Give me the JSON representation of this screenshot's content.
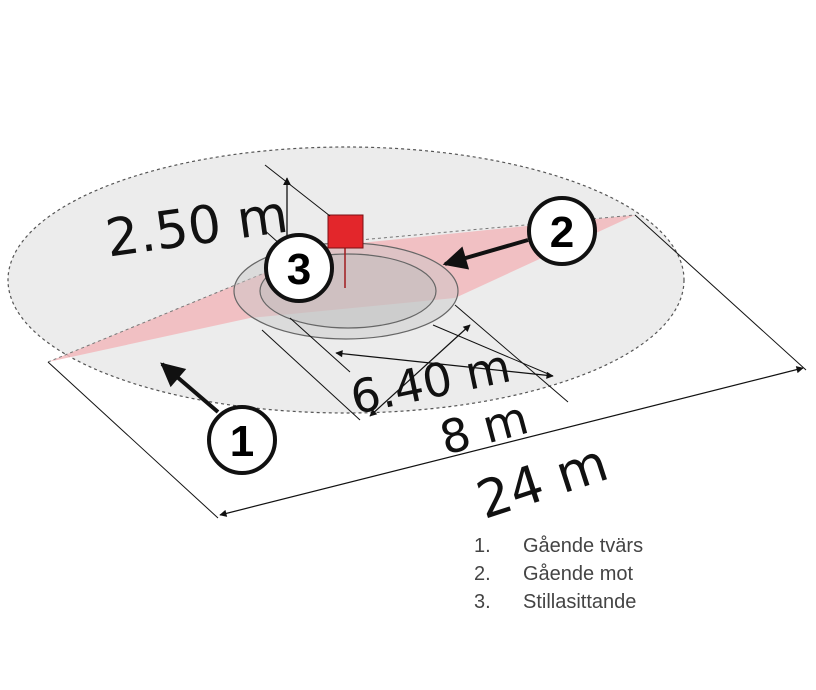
{
  "dimensions": {
    "height": "2.50 m",
    "inner_diameter": "6.40 m",
    "middle_diameter": "8 m",
    "outer_diameter": "24 m"
  },
  "markers": [
    {
      "number": "1",
      "label": "Gående tvärs"
    },
    {
      "number": "2",
      "label": "Gående mot"
    },
    {
      "number": "3",
      "label": "Stillasittande"
    }
  ],
  "legend": [
    {
      "number": "1.",
      "label": "Gående tvärs"
    },
    {
      "number": "2.",
      "label": "Gående mot"
    },
    {
      "number": "3.",
      "label": "Stillasittande"
    }
  ],
  "colors": {
    "zone_fill": "#ececec",
    "beam": "#f2b8bc",
    "sensor": "#e3262b"
  }
}
